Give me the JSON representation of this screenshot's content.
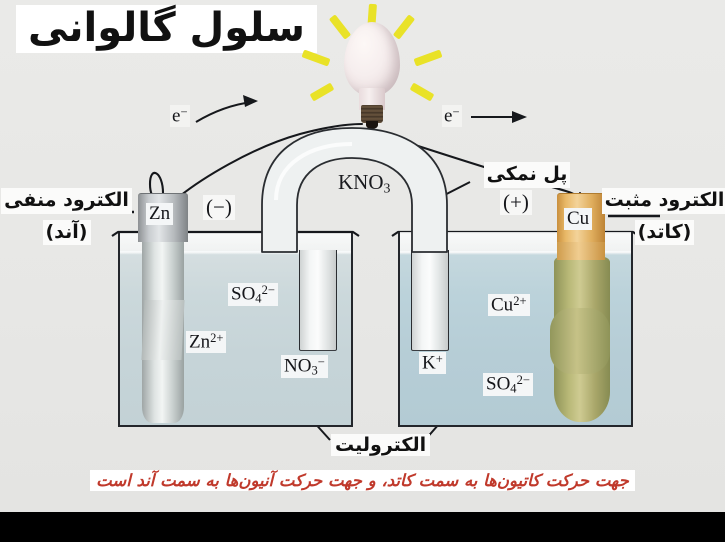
{
  "page": {
    "title": "سلول گالوانی",
    "background_color": "#e8e8e6",
    "bottom_bar_color": "#000000"
  },
  "labels": {
    "left_electrode_line1": "الکترود منفی",
    "left_electrode_line2": "(آند)",
    "right_electrode_line1": "الکترود مثبت",
    "right_electrode_line2": "(کاتد)",
    "salt_bridge": "پل نمکی",
    "electrolyte": "الکترولیت"
  },
  "electrodes": {
    "left_symbol": "Zn",
    "left_sign": "(−)",
    "right_symbol": "Cu",
    "right_sign": "(+)"
  },
  "salt_bridge": {
    "formula_main": "KNO",
    "formula_sub": "3"
  },
  "circuit": {
    "electron_left": "e",
    "electron_left_sup": "−",
    "electron_right": "e",
    "electron_right_sup": "−"
  },
  "ions": {
    "left_beaker": [
      {
        "name": "sulfate-left",
        "main": "SO",
        "sub": "4",
        "sup": "2−",
        "direction": "left"
      },
      {
        "name": "zinc-ion",
        "main": "Zn",
        "sub": "",
        "sup": "2+",
        "direction": "right"
      },
      {
        "name": "nitrate",
        "main": "NO",
        "sub": "3",
        "sup": "−",
        "direction": "curve-left"
      }
    ],
    "right_beaker": [
      {
        "name": "copper-ion",
        "main": "Cu",
        "sub": "",
        "sup": "2+",
        "direction": "right"
      },
      {
        "name": "potassium-ion",
        "main": "K",
        "sub": "",
        "sup": "+",
        "direction": "curve-right"
      },
      {
        "name": "sulfate-right",
        "main": "SO",
        "sub": "4",
        "sup": "2−",
        "direction": "left"
      }
    ]
  },
  "caption": {
    "text": "جهت حرکت کاتیون‌ها به سمت کاتد، و جهت حرکت آنیون‌ها به سمت آند است",
    "color": "#c0392b"
  },
  "colors": {
    "zinc": "#c9cdd0",
    "copper": "#e8b867",
    "left_electrolyte": "#c6d4d8",
    "right_electrolyte": "#b6cdd6",
    "bulb_ray": "#e9e227",
    "ink": "#15161a"
  }
}
